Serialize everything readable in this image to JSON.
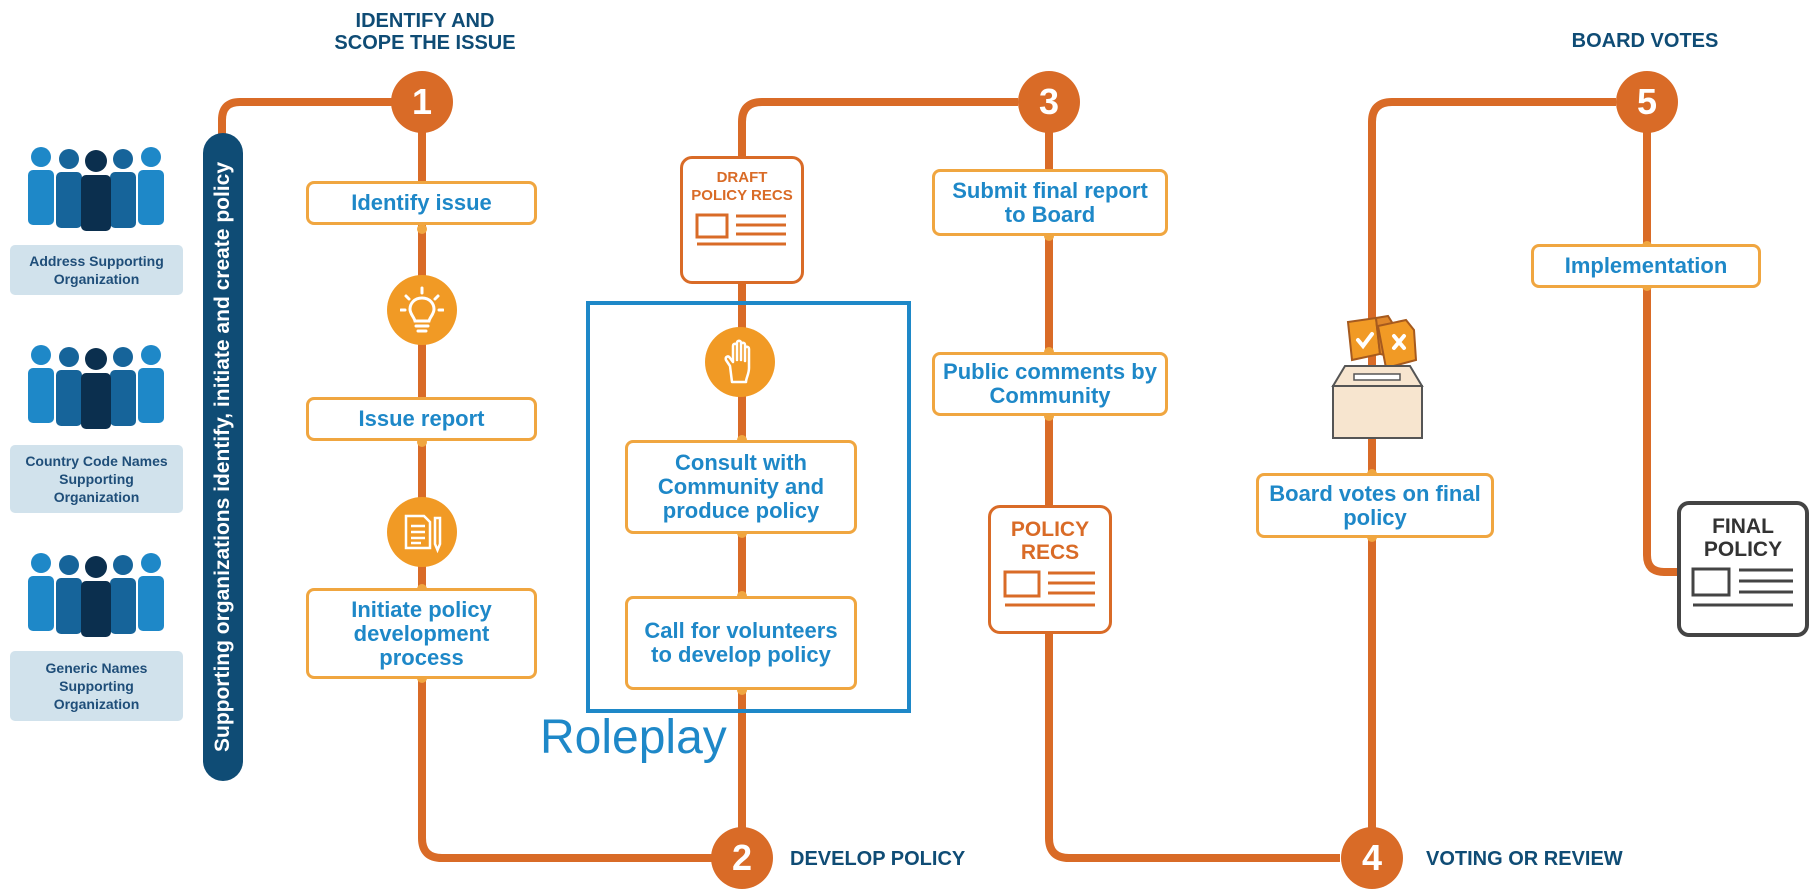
{
  "stages": {
    "stage1": {
      "number": "1",
      "title": "IDENTIFY AND SCOPE THE ISSUE"
    },
    "stage2": {
      "number": "2",
      "title": "DEVELOP POLICY"
    },
    "stage3": {
      "number": "3"
    },
    "stage4": {
      "number": "4",
      "title": "VOTING OR REVIEW"
    },
    "stage5": {
      "number": "5",
      "title": "BOARD VOTES"
    }
  },
  "vertical_bar": "Supporting organizations identify, initiate and create policy",
  "organizations": [
    "Address Supporting Organization",
    "Country Code Names Supporting Organization",
    "Generic Names Supporting Organization"
  ],
  "boxes": {
    "identify_issue": "Identify issue",
    "issue_report": "Issue report",
    "initiate_policy": "Initiate policy development process",
    "consult": "Consult with Community and produce policy",
    "call_volunteers": "Call for volunteers to develop policy",
    "submit_final": "Submit final report to Board",
    "public_comments": "Public comments by Community",
    "board_votes": "Board votes on final policy",
    "implementation": "Implementation"
  },
  "documents": {
    "draft": "DRAFT POLICY RECS",
    "policy_recs": "POLICY RECS",
    "final_policy": "FINAL POLICY"
  },
  "roleplay": "Roleplay",
  "icons": [
    "lightbulb-icon",
    "notepad-pencil-icon",
    "raised-hand-icon",
    "ballot-box-icon",
    "people-group-icon",
    "document-icon"
  ],
  "colors": {
    "line": "#d96b27",
    "box_border": "#f0a640",
    "box_text": "#1e88c8",
    "title": "#0f4c75",
    "roleplay": "#1e88c8",
    "final_doc": "#444444"
  }
}
